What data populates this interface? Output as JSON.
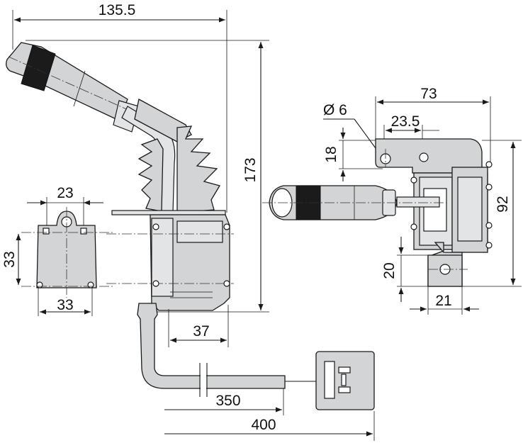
{
  "dimensions": {
    "overall_width": "135.5",
    "overall_height": "173",
    "base_depth": "37",
    "cable_to_break": "350",
    "cable_total": "400",
    "plate_hole_spacing": "23",
    "plate_height": "33",
    "plate_width": "33",
    "side_width": "73",
    "bracket_hole_offset": "23.5",
    "hole_diameter": "Ø 6",
    "bracket_height": "18",
    "side_height": "92",
    "lower_bracket_height": "20",
    "lower_bracket_width": "21"
  }
}
